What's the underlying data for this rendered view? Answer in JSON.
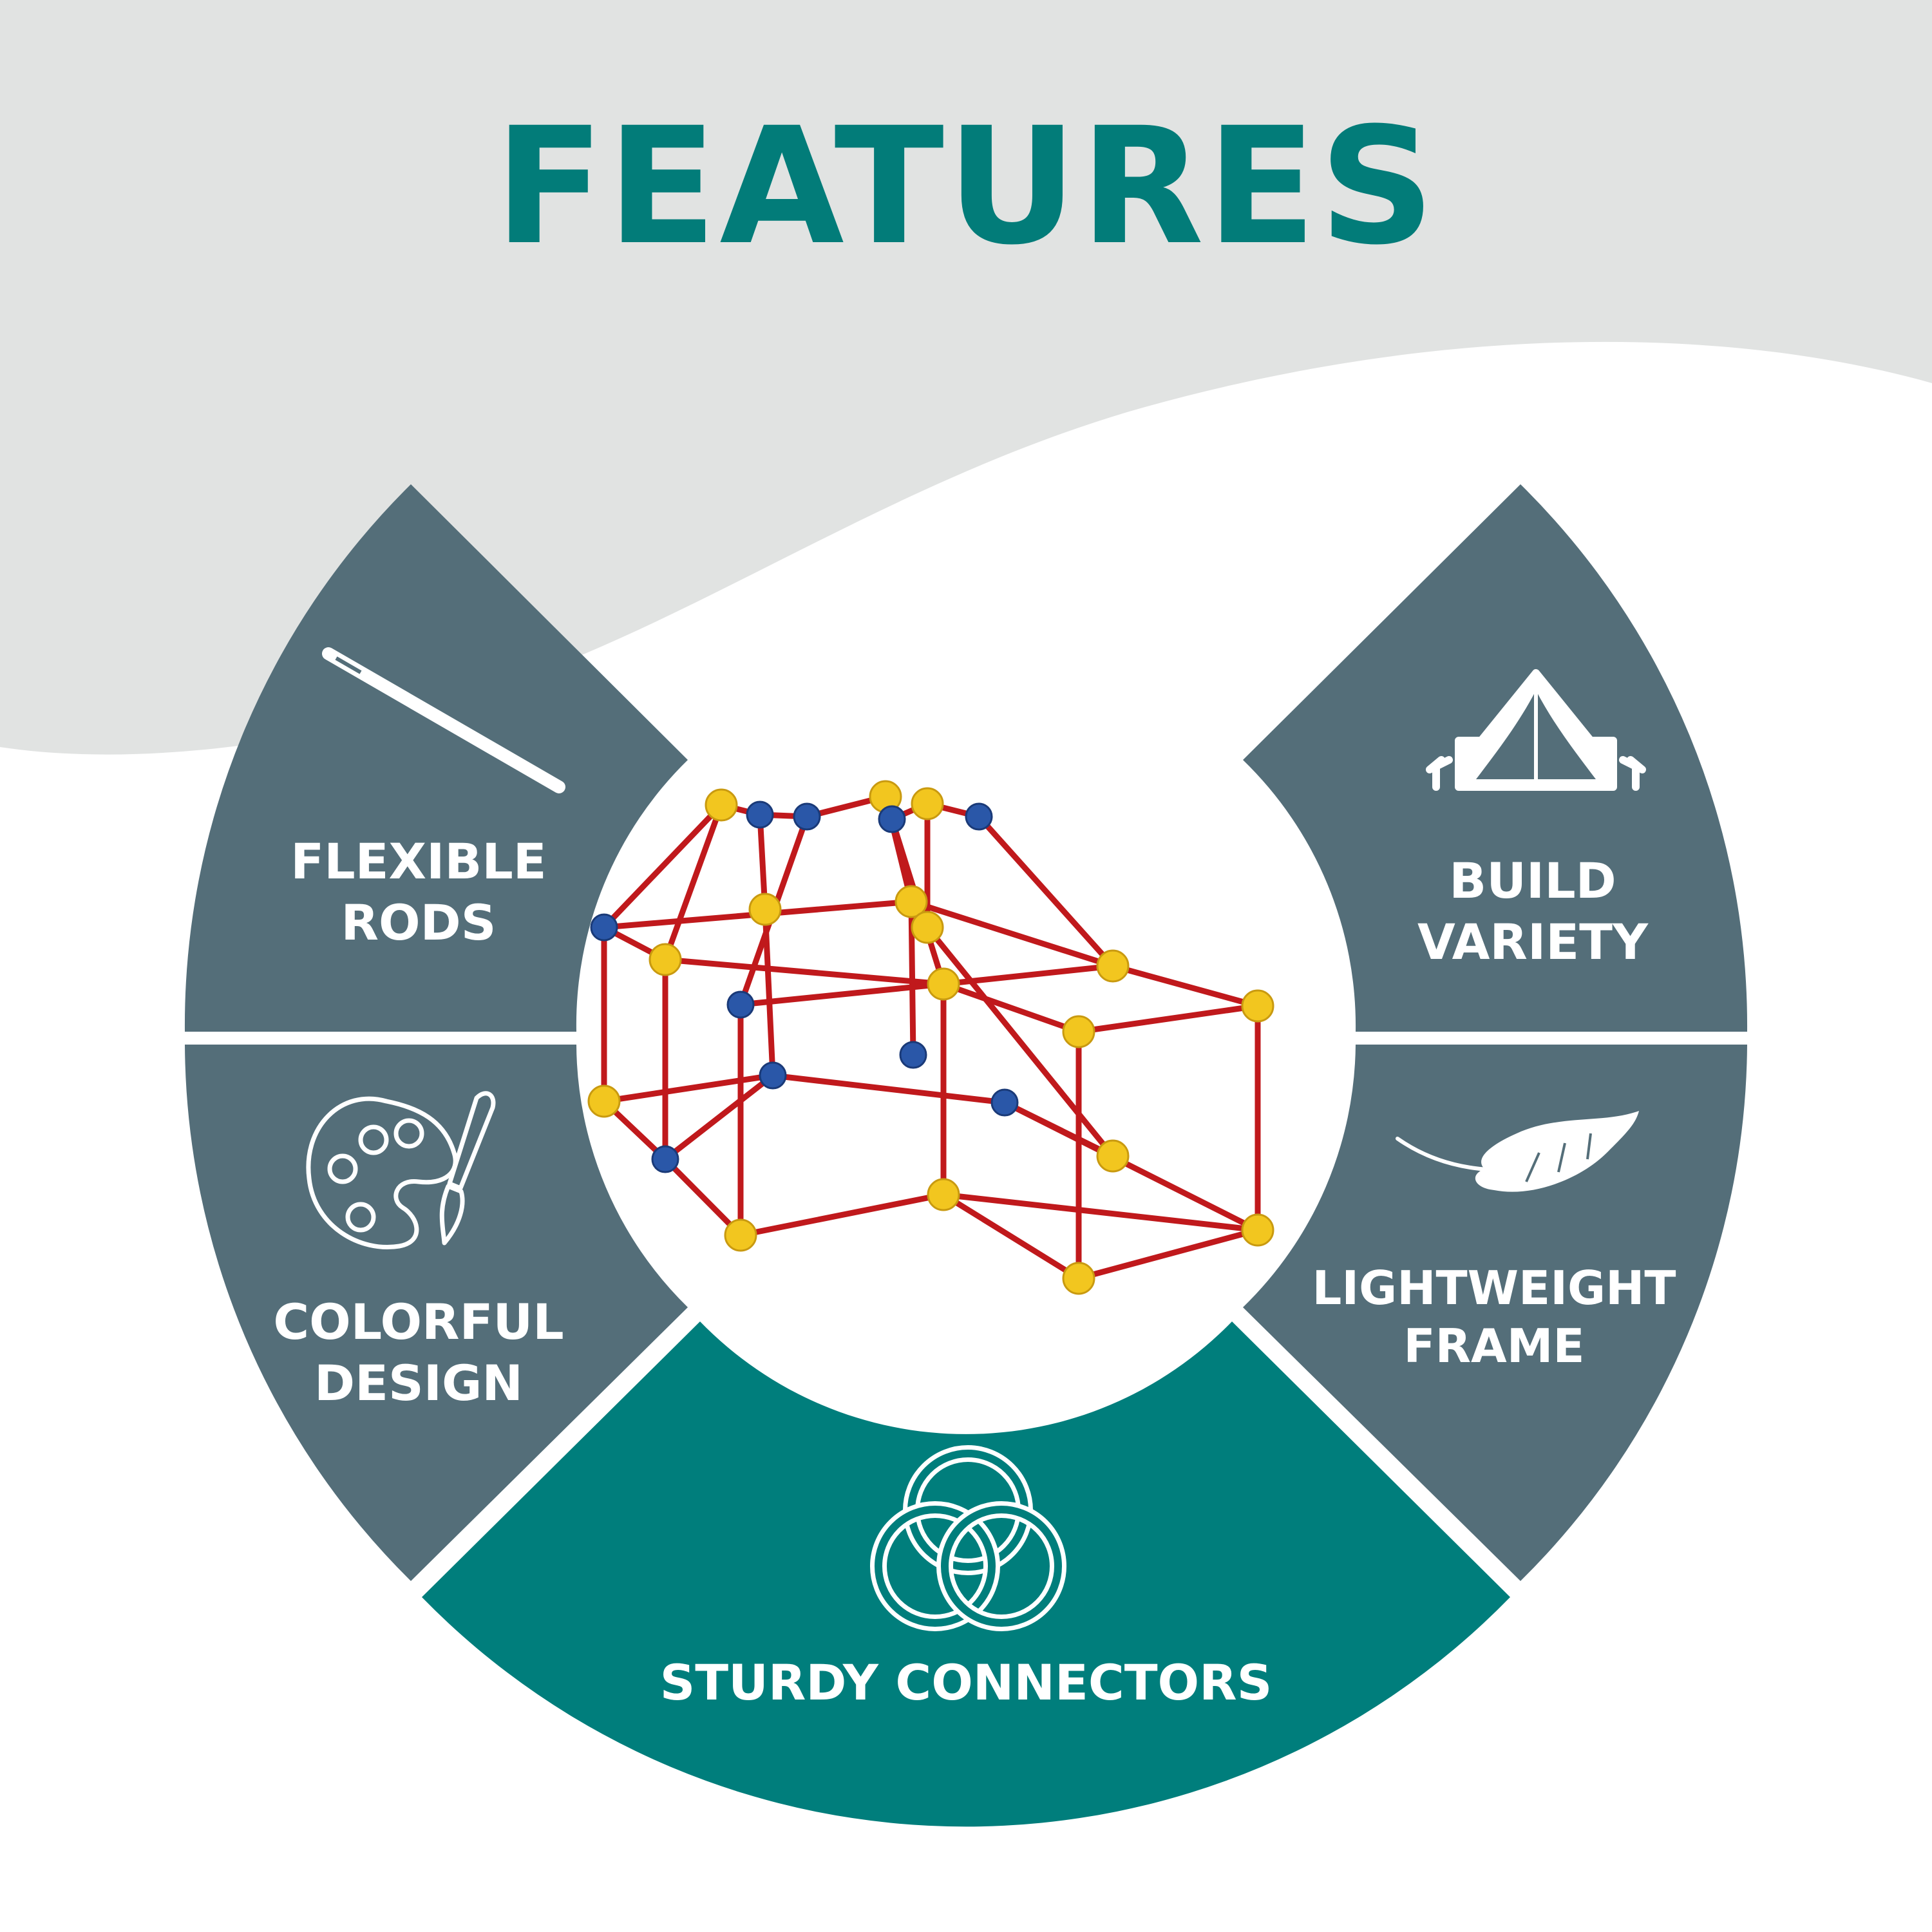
{
  "title": "FEATURES",
  "colors": {
    "background": "#ffffff",
    "wave": "#e1e3e2",
    "segment_slate": "#546e79",
    "segment_teal": "#007e7c",
    "title": "#027c79",
    "label": "#ffffff",
    "rod_red": "#c0191c",
    "connector_yellow": "#f2c61f",
    "connector_blue": "#2a57a8"
  },
  "features": [
    {
      "id": "flexible-rods",
      "lines": [
        "FLEXIBLE",
        "RODS"
      ],
      "icon": "rod-icon"
    },
    {
      "id": "build-variety",
      "lines": [
        "BUILD",
        "VARIETY"
      ],
      "icon": "tent-icon"
    },
    {
      "id": "colorful-design",
      "lines": [
        "COLORFUL",
        "DESIGN"
      ],
      "icon": "palette-icon"
    },
    {
      "id": "lightweight-frame",
      "lines": [
        "LIGHTWEIGHT",
        "FRAME"
      ],
      "icon": "feather-icon"
    },
    {
      "id": "sturdy-connectors",
      "lines": [
        "STURDY CONNECTORS"
      ],
      "icon": "interlocking-rings-icon"
    }
  ],
  "product_image": {
    "subject": "fort-building-frame",
    "description": "red rods joined by yellow and blue connectors"
  }
}
